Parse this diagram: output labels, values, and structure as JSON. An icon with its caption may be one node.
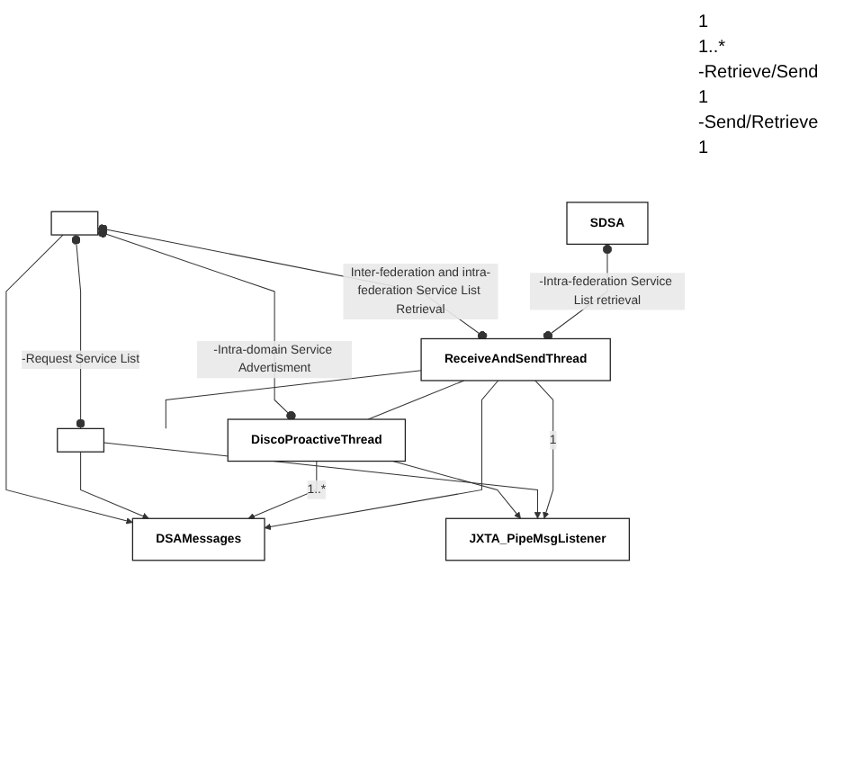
{
  "diagram": {
    "nodes": [
      {
        "text": [],
        "shape": "box"
      },
      {
        "text": [],
        "shape": "box"
      },
      {
        "text": [
          "DiscoProactiveThread"
        ]
      },
      {
        "text": [
          "DSAMessages"
        ]
      },
      {
        "text": [
          "JXTA_PipeMsgListener"
        ]
      },
      {
        "text": [
          "ReceiveAndSendThread"
        ]
      },
      {
        "text": [
          "SDSA"
        ]
      }
    ],
    "edges": [
      {
        "from": 0,
        "to": 1,
        "arrow": "other",
        "label": "-Request Service List"
      },
      {
        "from": 0,
        "to": 2,
        "arrow": "other",
        "label": "-Intra-domain Service Advertisment"
      },
      {
        "from": 0,
        "to": 5,
        "arrow": "other",
        "label": "Inter-federation and intra-federation Service List Retrieval"
      },
      {
        "from": 0,
        "to": 3,
        "arrow": "to"
      },
      {
        "from": 1,
        "to": 3,
        "arrow": "to"
      },
      {
        "from": 2,
        "to": 3,
        "arrow": "to",
        "label": "1..*"
      },
      {
        "from": 2,
        "to": 4,
        "arrow": "to"
      },
      {
        "from": 1,
        "to": 4,
        "arrow": "to"
      },
      {
        "from": 5,
        "to": 3,
        "arrow": "to"
      },
      {
        "from": 5,
        "to": 2,
        "arrow": "none"
      },
      {
        "from": 5,
        "to": 4,
        "arrow": "to",
        "label": "1"
      },
      {
        "from": 6,
        "to": 5,
        "arrow": "other",
        "label": "-Intra-federation Service List retrieval"
      },
      {
        "from": 5,
        "to": null,
        "arrow": "none"
      }
    ],
    "labels": [
      "1",
      "1..*",
      "-Retrieve/Send",
      "1",
      "-Send/Retrieve",
      "1"
    ]
  }
}
